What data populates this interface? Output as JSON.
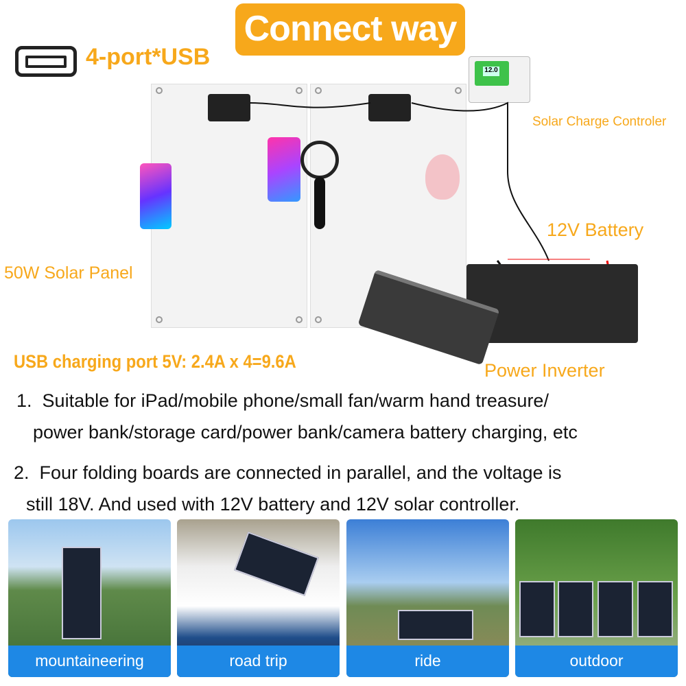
{
  "title": "Connect way",
  "usb": {
    "icon": "usb-port-icon",
    "label": "4-port*USB"
  },
  "labels": {
    "controller": "Solar Charge Controler",
    "controller_screen": "12.0",
    "battery": "12V Battery",
    "panel": "50W Solar Panel",
    "inverter": "Power Inverter"
  },
  "spec": "USB charging port 5V:  2.4A  x 4=9.6A",
  "points": [
    {
      "num": "1.",
      "line1": "Suitable for iPad/mobile phone/small fan/warm hand treasure/",
      "line2": "power bank/storage card/power bank/camera battery charging, etc"
    },
    {
      "num": "2.",
      "line1": "Four folding boards are connected in parallel, and the voltage is",
      "line2": "still 18V. And used with 12V battery and 12V solar controller."
    }
  ],
  "scenes": [
    {
      "caption": "mountaineering"
    },
    {
      "caption": "road trip"
    },
    {
      "caption": "ride"
    },
    {
      "caption": "outdoor"
    }
  ],
  "colors": {
    "accent": "#f7a81b",
    "caption_bar": "#1e88e5"
  }
}
